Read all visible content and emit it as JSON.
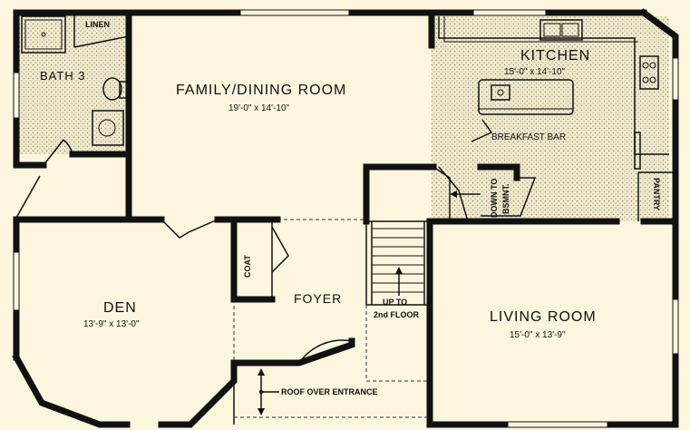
{
  "rooms": {
    "bath": {
      "name": "BATH 3"
    },
    "linen": {
      "name": "LINEN"
    },
    "family": {
      "name": "FAMILY/DINING ROOM",
      "dims": "19'-0\" x 14'-10\""
    },
    "kitchen": {
      "name": "KITCHEN",
      "dims": "15'-0\" x 14'-10\""
    },
    "pantry": {
      "name": "PANTRY"
    },
    "den": {
      "name": "DEN",
      "dims": "13'-9\" x 13'-0\""
    },
    "coat": {
      "name": "COAT"
    },
    "foyer": {
      "name": "FOYER"
    },
    "living": {
      "name": "LIVING ROOM",
      "dims": "15'-0\" x 13'-9\""
    }
  },
  "annotations": {
    "breakfast_bar": "BREAKFAST BAR",
    "down_to_line1": "DOWN TO",
    "down_to_line2": "BSMNT.",
    "up_to_line1": "UP TO",
    "up_to_line2": "2nd FLOOR",
    "roof_over_entrance": "ROOF OVER ENTRANCE"
  },
  "colors": {
    "background": "#fbf6dd",
    "walls": "#111111",
    "dotted_floor": "#e9e3c4"
  }
}
